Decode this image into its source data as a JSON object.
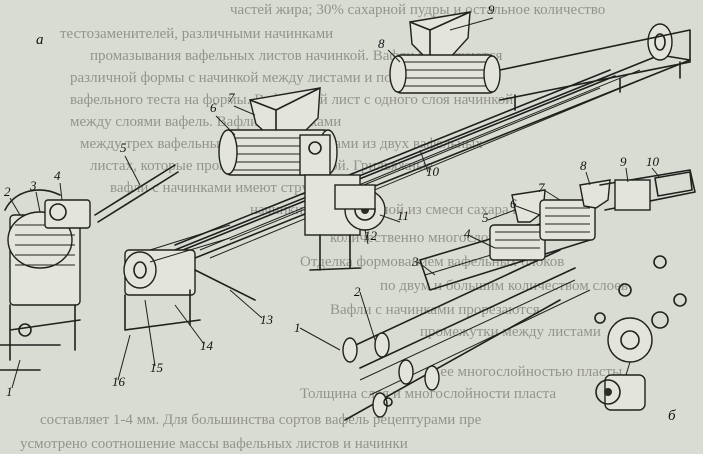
{
  "background_text": [
    "частей жира; 30% сахарной пудры и остальное количество",
    "тестозаменителей, различными начинками",
    "промазывания вафельных листов начинкой. Вафли выпускаются",
    "различной формы с начинкой между листами и после нанесения",
    "вафельного теста на формы. Вафельный лист с одного слоя начинкой",
    "между слоями вафель. Вафли с начинками",
    "между трех вафельных листов и начинками из двух вафельных",
    "листах, которые промазывают начинкой. Грильяжные",
    "вафли с начинками имеют структуру",
    "начинки, изготовленной из смеси сахара и жира",
    "количественно многослойные",
    "Отделка формованием вафельных блоков",
    "по двум и большим количеством слоев",
    "Вафли с начинками прорезаются",
    "промежутки между листами",
    "с ее многослойностью пласты",
    "Толщина слоя и многослойности пласта",
    "составляет 1-4 мм. Для большинства сортов вафель рецептурами пре",
    "усмотрено соотношение массы вафельных листов и начинки"
  ],
  "figure_labels": {
    "panel_a": "а",
    "panel_b": "б",
    "a": [
      "1",
      "2",
      "3",
      "4",
      "5",
      "6",
      "7",
      "8",
      "9",
      "10",
      "11",
      "12",
      "13",
      "14",
      "15",
      "16"
    ],
    "b": [
      "1",
      "2",
      "3",
      "4",
      "5",
      "6",
      "7",
      "8",
      "9",
      "10"
    ]
  }
}
